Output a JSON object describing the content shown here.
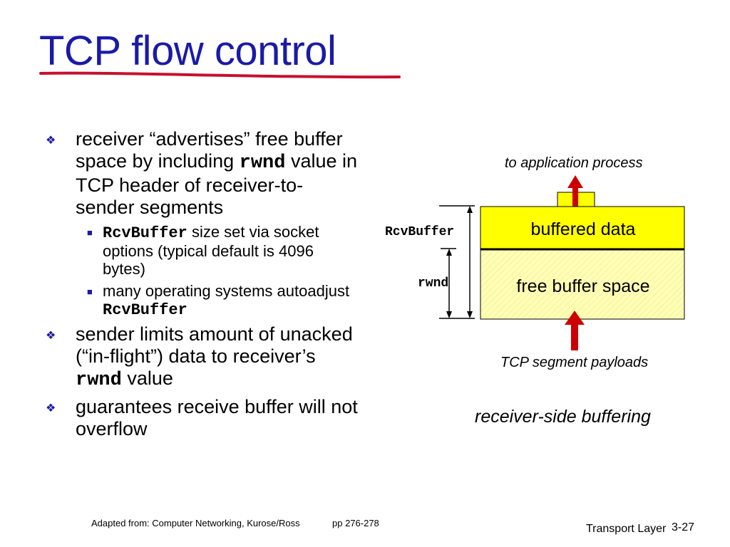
{
  "title": "TCP flow control",
  "bullets": {
    "b1_pre": "receiver “advertises” free buffer space by including ",
    "b1_code": "rwnd",
    "b1_post": " value in TCP header of receiver-to-sender segments",
    "b1_sub1_code": "RcvBuffer",
    "b1_sub1_post": " size set via socket options (typical default is 4096 bytes)",
    "b1_sub2_pre": "many operating systems autoadjust ",
    "b1_sub2_code": "RcvBuffer",
    "b2_pre": "sender limits amount of unacked (“in-flight”) data to receiver’s ",
    "b2_code": "rwnd",
    "b2_post": " value",
    "b3": "guarantees receive buffer will not overflow"
  },
  "diagram": {
    "to_application": "to application process",
    "buffered_data": "buffered data",
    "free_buffer_space": "free buffer space",
    "rcvbuffer_label": "RcvBuffer",
    "rwnd_label": "rwnd",
    "tcp_segment_payloads": "TCP segment payloads",
    "caption": "receiver-side buffering",
    "colors": {
      "buffered": "#ffff00",
      "free": "#ffffb0",
      "arrow": "#cc0000"
    }
  },
  "footer": {
    "credit": "Adapted from: Computer Networking, Kurose/Ross",
    "pages": "pp 276-278",
    "section": "Transport Layer",
    "slide_number": "3-27"
  }
}
